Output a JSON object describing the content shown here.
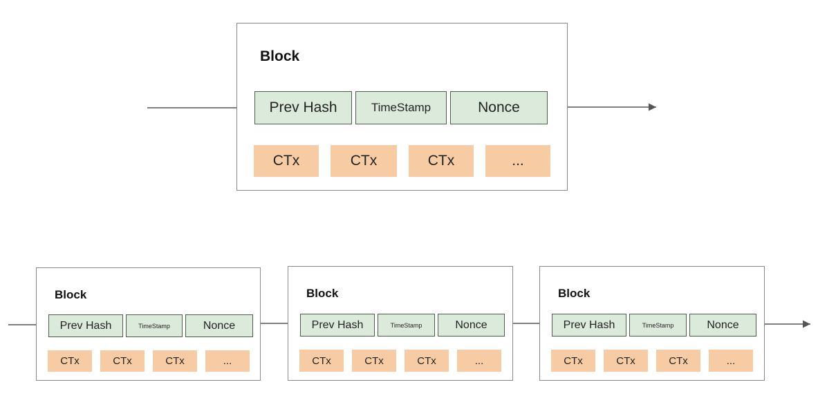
{
  "colors": {
    "block_border": "#8a8a8a",
    "header_fill": "#dceadb",
    "header_border": "#4d5b4d",
    "transaction_fill": "#f7cca4",
    "arrow": "#555555"
  },
  "detail_block": {
    "title": "Block",
    "header": [
      "Prev Hash",
      "TimeStamp",
      "Nonce"
    ],
    "transactions": [
      "CTx",
      "CTx",
      "CTx",
      "..."
    ]
  },
  "chain": [
    {
      "title": "Block",
      "header": [
        "Prev Hash",
        "TimeStamp",
        "Nonce"
      ],
      "transactions": [
        "CTx",
        "CTx",
        "CTx",
        "..."
      ]
    },
    {
      "title": "Block",
      "header": [
        "Prev Hash",
        "TimeStamp",
        "Nonce"
      ],
      "transactions": [
        "CTx",
        "CTx",
        "CTx",
        "..."
      ]
    },
    {
      "title": "Block",
      "header": [
        "Prev Hash",
        "TimeStamp",
        "Nonce"
      ],
      "transactions": [
        "CTx",
        "CTx",
        "CTx",
        "..."
      ]
    }
  ]
}
